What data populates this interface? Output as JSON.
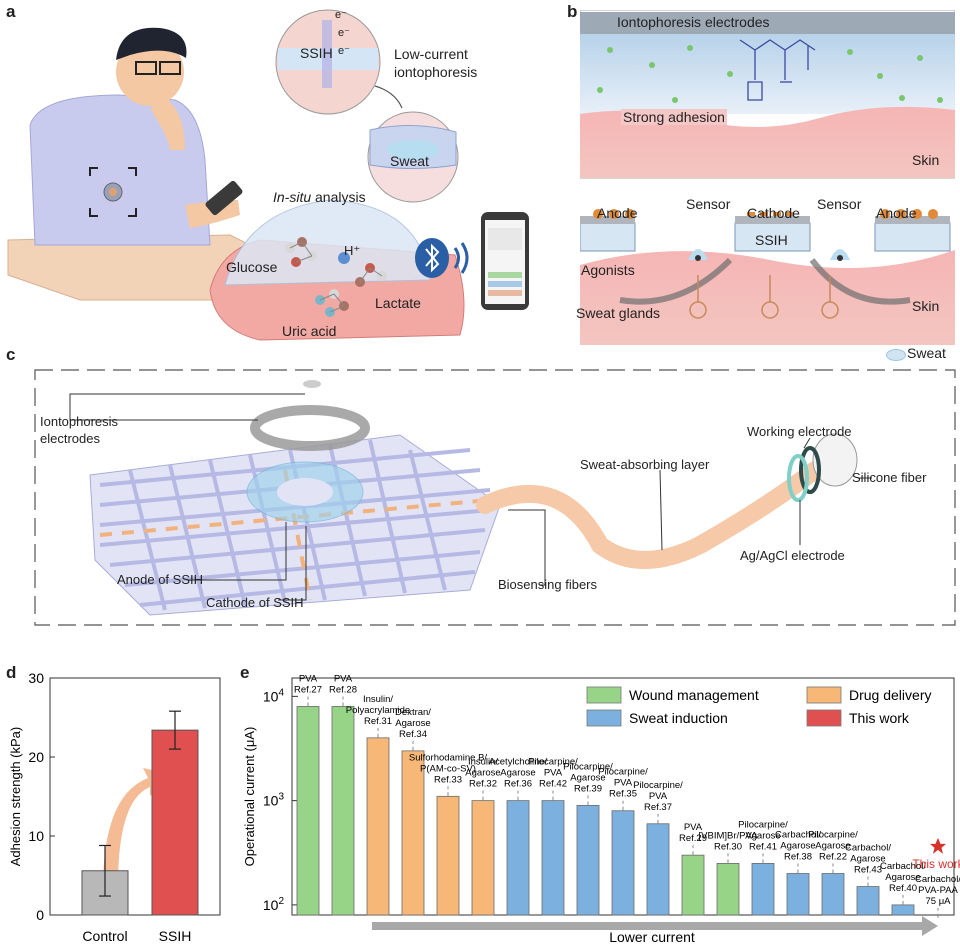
{
  "panels": {
    "a": {
      "label": "a",
      "low_current": "Low-current",
      "iontophoresis": "iontophoresis",
      "ssih": "SSIH",
      "electron": "e⁻",
      "sweat": "Sweat",
      "insitu_italic": "In-situ",
      "insitu_rest": " analysis",
      "glucose": "Glucose",
      "lactate": "Lactate",
      "uric_acid": "Uric acid",
      "proton": "H⁺"
    },
    "b": {
      "label": "b",
      "electrodes": "Iontophoresis electrodes",
      "strong_adhesion": "Strong adhesion",
      "skin_top": "Skin",
      "anode_left": "Anode",
      "sensor_left": "Sensor",
      "cathode": "Cathode",
      "sensor_right": "Sensor",
      "anode_right": "Anode",
      "ssih": "SSIH",
      "agonists": "Agonists",
      "sweat_glands": "Sweat glands",
      "skin_bottom": "Skin",
      "legend_sweat": "Sweat"
    },
    "c": {
      "label": "c",
      "ion_electrodes_1": "Iontophoresis",
      "ion_electrodes_2": "electrodes",
      "anode": "Anode of SSIH",
      "cathode": "Cathode of SSIH",
      "biosensing": "Biosensing fibers",
      "sweat_layer": "Sweat-absorbing layer",
      "working": "Working electrode",
      "silicone": "Silicone fiber",
      "agagcl": "Ag/AgCl electrode"
    },
    "d": {
      "label": "d"
    },
    "e": {
      "label": "e",
      "lower_current": "Lower current"
    }
  },
  "chart_data": [
    {
      "type": "bar",
      "panel": "d",
      "categories": [
        "Control",
        "SSIH"
      ],
      "values": [
        5.6,
        23.4
      ],
      "errors": [
        3.2,
        2.4
      ],
      "colors": [
        "#b8b8b8",
        "#e05050"
      ],
      "ylabel": "Adhesion strength (kPa)",
      "ylim": [
        0,
        30
      ],
      "yticks": [
        0,
        10,
        20,
        30
      ]
    },
    {
      "type": "bar",
      "panel": "e",
      "ylabel": "Operational current (μA)",
      "yscale": "log",
      "ylim": [
        80,
        15000
      ],
      "yticks": [
        {
          "v": 100,
          "base": "10",
          "exp": "2"
        },
        {
          "v": 1000,
          "base": "10",
          "exp": "3"
        },
        {
          "v": 10000,
          "base": "10",
          "exp": "4"
        }
      ],
      "legend": [
        {
          "name": "Wound management",
          "color": "#98d488"
        },
        {
          "name": "Sweat induction",
          "color": "#7cb0de"
        },
        {
          "name": "Drug delivery",
          "color": "#f7b877"
        },
        {
          "name": "This work",
          "color": "#e05050"
        }
      ],
      "bars": [
        {
          "label": [
            "PVA",
            "Ref.27"
          ],
          "value": 8000,
          "group": 0
        },
        {
          "label": [
            "PVA",
            "Ref.28"
          ],
          "value": 8000,
          "group": 0
        },
        {
          "label": [
            "Insulin/",
            "Polyacrylamide",
            "Ref.31"
          ],
          "value": 4000,
          "group": 2
        },
        {
          "label": [
            "Dextran/",
            "Agarose",
            "Ref.34"
          ],
          "value": 3000,
          "group": 2
        },
        {
          "label": [
            "Sulforhodamine B/",
            "P(AM-co-SV)",
            "Ref.33"
          ],
          "value": 1100,
          "group": 2
        },
        {
          "label": [
            "Insulin/",
            "Agarose",
            "Ref.32"
          ],
          "value": 1000,
          "group": 2
        },
        {
          "label": [
            "Acetylcholine/",
            "Agarose",
            "Ref.36"
          ],
          "value": 1000,
          "group": 1
        },
        {
          "label": [
            "Pilocarpine/",
            "PVA",
            "Ref.42"
          ],
          "value": 1000,
          "group": 1
        },
        {
          "label": [
            "Pilocarpine/",
            "Agarose",
            "Ref.39"
          ],
          "value": 900,
          "group": 1
        },
        {
          "label": [
            "Pilocarpine/",
            "PVA",
            "Ref.35"
          ],
          "value": 800,
          "group": 1
        },
        {
          "label": [
            "Pilocarpine/",
            "PVA",
            "Ref.37"
          ],
          "value": 600,
          "group": 1
        },
        {
          "label": [
            "PVA",
            "Ref.29"
          ],
          "value": 300,
          "group": 0
        },
        {
          "label": [
            "[VBIM]Br/PVA",
            "Ref.30"
          ],
          "value": 250,
          "group": 0
        },
        {
          "label": [
            "Pilocarpine/",
            "Agarose",
            "Ref.41"
          ],
          "value": 250,
          "group": 1
        },
        {
          "label": [
            "Carbachol/",
            "Agarose",
            "Ref.38"
          ],
          "value": 200,
          "group": 1
        },
        {
          "label": [
            "Pilocarpine/",
            "Agarose",
            "Ref.22"
          ],
          "value": 200,
          "group": 1
        },
        {
          "label": [
            "Carbachol/",
            "Agarose",
            "Ref.43"
          ],
          "value": 150,
          "group": 1
        },
        {
          "label": [
            "Carbachol/",
            "Agarose",
            "Ref.40"
          ],
          "value": 100,
          "group": 1
        },
        {
          "label": [
            "Carbachol/",
            "PVA-PAA",
            "75 μA"
          ],
          "value": 75,
          "group": 3
        }
      ],
      "this_work_star_label": "This work"
    }
  ]
}
